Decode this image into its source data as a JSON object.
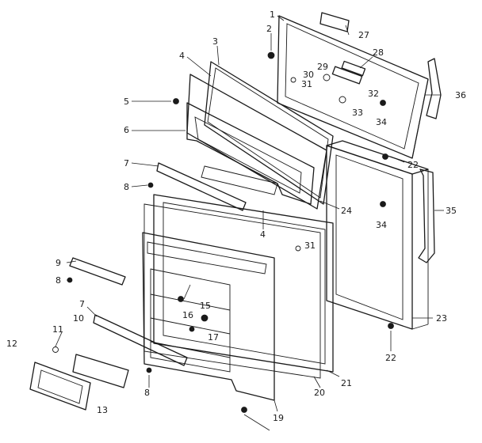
{
  "diagram": {
    "callouts": [
      "1",
      "2",
      "3",
      "4",
      "5",
      "6",
      "7",
      "8",
      "9",
      "10",
      "11",
      "12",
      "13",
      "15",
      "16",
      "17",
      "19",
      "20",
      "21",
      "22",
      "23",
      "24",
      "27",
      "28",
      "29",
      "30",
      "31",
      "32",
      "33",
      "34",
      "35",
      "36"
    ]
  },
  "colors": {
    "ink": "#1a1a1a",
    "paper": "#ffffff"
  }
}
